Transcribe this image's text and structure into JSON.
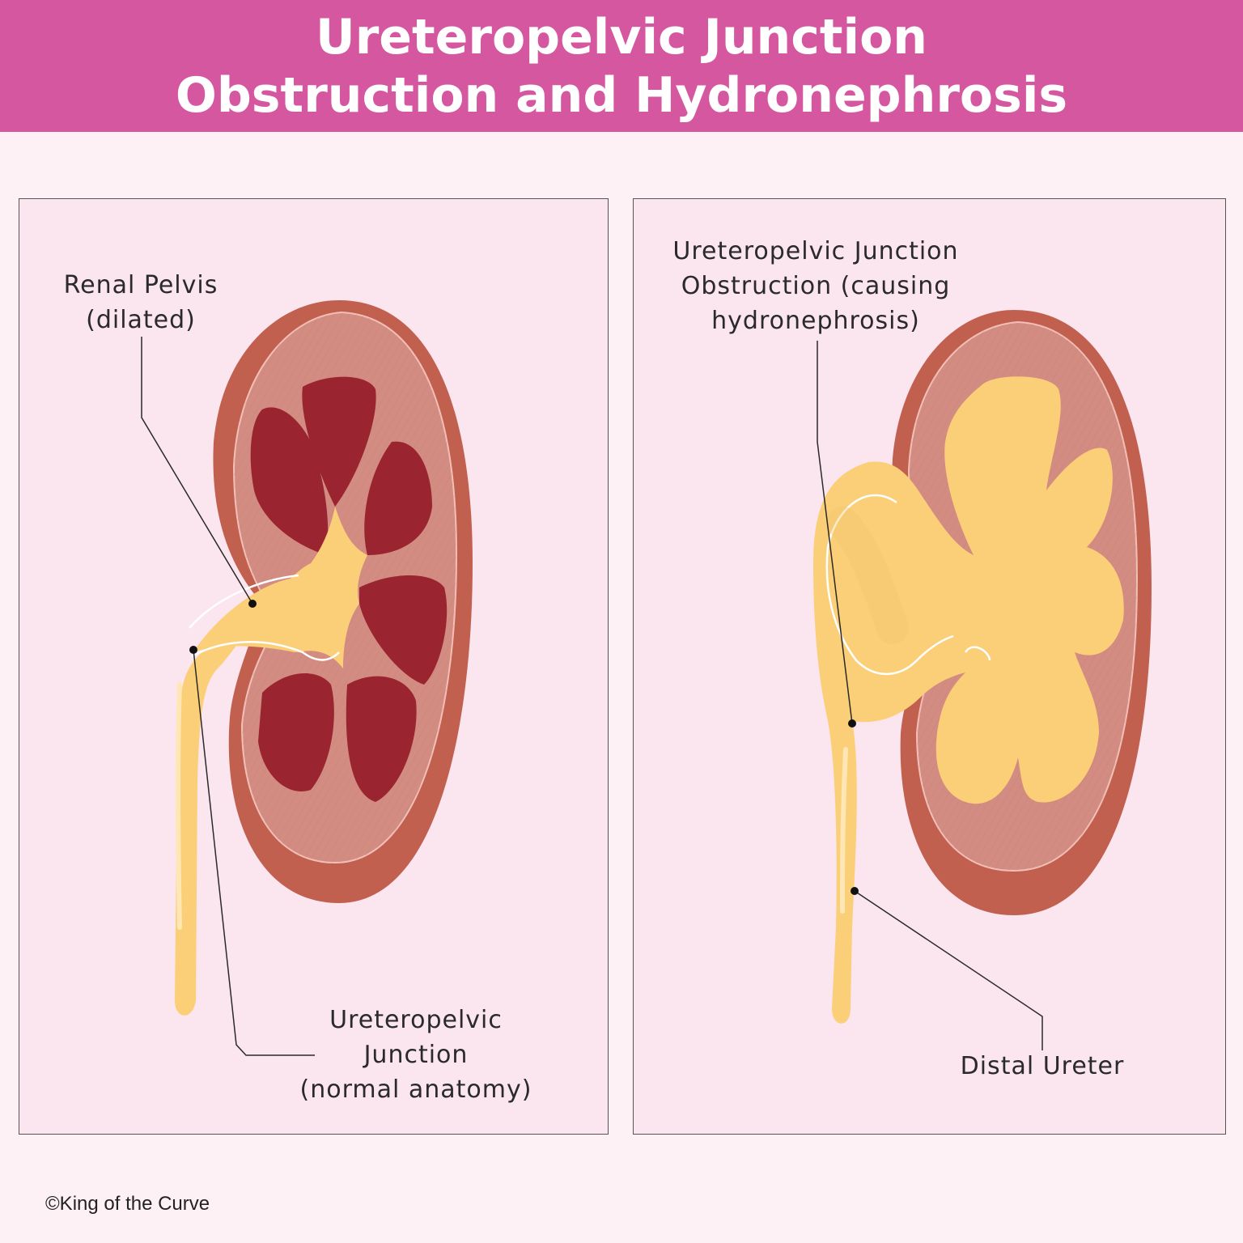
{
  "header": {
    "title_line1": "Ureteropelvic Junction",
    "title_line2": "Obstruction and Hydronephrosis",
    "background": "#d5579f"
  },
  "left_panel": {
    "label_renal_pelvis": {
      "line1": "Renal Pelvis",
      "line2": "(dilated)"
    },
    "label_upj_normal": {
      "line1": "Ureteropelvic",
      "line2": "Junction",
      "line3": "(normal anatomy)"
    }
  },
  "right_panel": {
    "label_upj_obstruction": {
      "line1": "Ureteropelvic Junction",
      "line2": "Obstruction (causing",
      "line3": "hydronephrosis)"
    },
    "label_distal_ureter": "Distal Ureter"
  },
  "footer": {
    "copyright": "©King of the Curve"
  },
  "colors": {
    "kidney_outer": "#c2604f",
    "cortex": "#d38c82",
    "pyramid": "#9a2430",
    "urine": "#fbcf78",
    "panel_bg": "#fbe5ef"
  }
}
